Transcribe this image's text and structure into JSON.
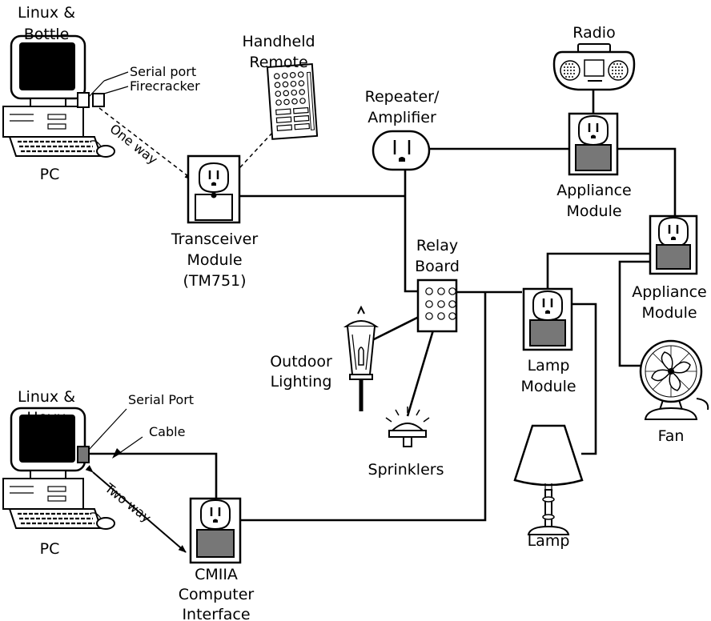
{
  "pc1": {
    "title_line1": "Linux &",
    "title_line2": "Bottle",
    "title_line3": "Rocket",
    "serial_label": "Serial port",
    "firecracker_label": "Firecracker",
    "pc_label": "PC",
    "link_label": "One way"
  },
  "remote": {
    "line1": "Handheld",
    "line2": "Remote"
  },
  "transceiver": {
    "line1": "Transceiver",
    "line2": "Module",
    "line3": "(TM751)"
  },
  "repeater": {
    "line1": "Repeater/",
    "line2": "Amplifier"
  },
  "radio": {
    "label": "Radio"
  },
  "appliance1": {
    "line1": "Appliance",
    "line2": "Module"
  },
  "appliance2": {
    "line1": "Appliance",
    "line2": "Module"
  },
  "relay": {
    "line1": "Relay",
    "line2": "Board"
  },
  "outdoor": {
    "line1": "Outdoor",
    "line2": "Lighting"
  },
  "sprinklers": {
    "label": "Sprinklers"
  },
  "lamp_module": {
    "line1": "Lamp",
    "line2": "Module"
  },
  "lamp": {
    "label": "Lamp"
  },
  "fan": {
    "label": "Fan"
  },
  "pc2": {
    "title_line1": "Linux &",
    "title_line2": "Heyu",
    "serial_label": "Serial Port",
    "cable_label": "Cable",
    "pc_label": "PC",
    "link_label": "Two way"
  },
  "cmiia": {
    "line1": "CMIIA",
    "line2": "Computer",
    "line3": "Interface"
  }
}
